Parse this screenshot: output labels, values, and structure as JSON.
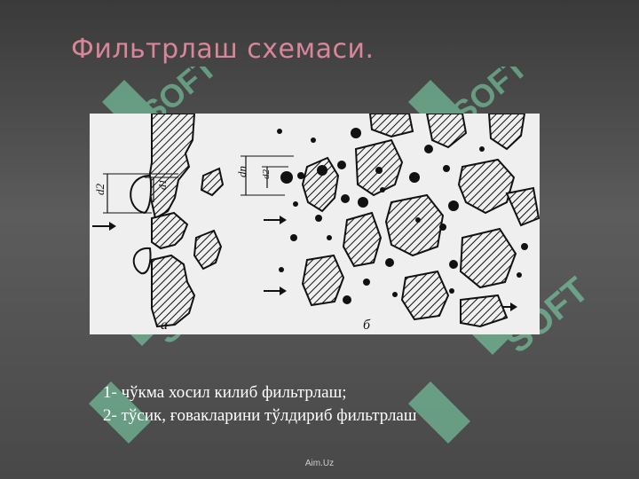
{
  "slide": {
    "title": "Фильтрлаш схемаси.",
    "figure": {
      "label_a": "а",
      "label_b": "б",
      "dim_left_outer": "d2",
      "dim_left_inner": "d1",
      "dim_right_outer": "dп",
      "dim_right_inner": "d2"
    },
    "caption": [
      "1-  чўкма  хосил  килиб фильтрлаш;",
      "2- тўсик, ғовакларини тўлдириб фильтрлаш"
    ],
    "footer": "Aim.Uz",
    "watermark_text": "SOFT",
    "colors": {
      "title": "#d9859a",
      "watermark": "#7fe0b0",
      "figure_bg": "#efefef"
    }
  }
}
